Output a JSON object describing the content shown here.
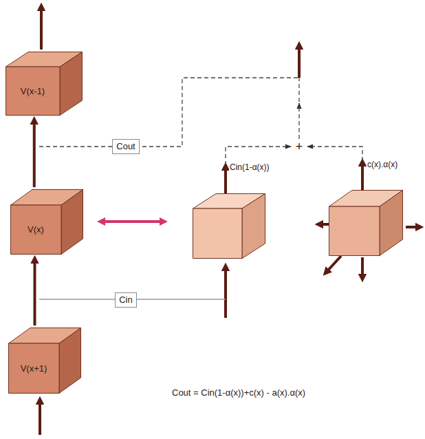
{
  "diagram": {
    "nodes": [
      {
        "text": [
          "V(x-1)"
        ]
      },
      {
        "text": [
          "Cout"
        ]
      },
      {
        "text": [
          "V(x)"
        ]
      },
      {
        "text": [
          "Cin(1-α(x))"
        ]
      },
      {
        "text": [
          "c(x).α(x)"
        ]
      },
      {
        "text": [
          "Cin"
        ]
      },
      {
        "text": [
          "V(x+1)"
        ]
      }
    ],
    "edges": [
      {
        "from": 6,
        "to": 2,
        "arrow": "to"
      },
      {
        "from": 2,
        "to": 0,
        "arrow": "to"
      },
      {
        "from": 2,
        "to": 3,
        "arrow": "both"
      }
    ],
    "labels": [
      "+",
      "Cout = Cin(1-α(x))+c(x) - a(x).α(x)"
    ]
  }
}
